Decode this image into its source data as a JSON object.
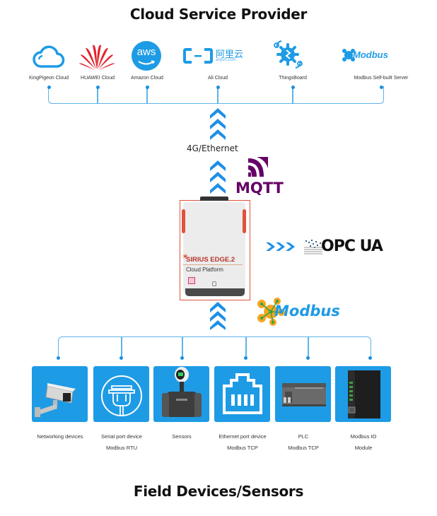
{
  "titles": {
    "top": "Cloud Service Provider",
    "bottom": "Field Devices/Sensors"
  },
  "providers": [
    {
      "label": "KingPigeon Cloud",
      "icon": "cloud-outline-icon"
    },
    {
      "label": "HUAWEI Cloud",
      "icon": "huawei-logo-icon"
    },
    {
      "label": "Amazon Cloud",
      "icon": "aws-logo-icon",
      "logo_text": "aws"
    },
    {
      "label": "Ali Cloud",
      "icon": "aliyun-logo-icon",
      "logo_text_cn": "阿里云",
      "logo_text_en": "aliyun.com"
    },
    {
      "label": "ThingsBoard",
      "icon": "thingsboard-logo-icon"
    },
    {
      "label": "Modbus Self-built Server",
      "icon": "modbus-logo-icon",
      "logo_text": "Modbus"
    }
  ],
  "uplink": {
    "label": "4G/Ethernet"
  },
  "protocols": {
    "mqtt": "MQTT",
    "opcua": "OPC UA",
    "modbus": "Modbus"
  },
  "gateway": {
    "brand": "SIRIUS EDGE.2",
    "subtitle": "Cloud Platform"
  },
  "devices": [
    {
      "line1": "Networking  devices",
      "line2": "",
      "icon": "camera-icon"
    },
    {
      "line1": "Serial port device",
      "line2": "Modbus RTU",
      "icon": "serial-port-icon"
    },
    {
      "line1": "Sensors",
      "line2": "",
      "icon": "flow-meter-icon"
    },
    {
      "line1": "Ethernet port device",
      "line2": "Modbus TCP",
      "icon": "ethernet-port-icon"
    },
    {
      "line1": "PLC",
      "line2": "Modbus TCP",
      "icon": "plc-icon"
    },
    {
      "line1": "Modbus IO",
      "line2": "Module",
      "icon": "io-module-icon"
    }
  ],
  "colors": {
    "accent_blue": "#1e9be5",
    "line_blue": "#5db4ea",
    "huawei_red": "#e4232d",
    "mqtt_purple": "#660066",
    "gateway_border": "#e0523a"
  }
}
